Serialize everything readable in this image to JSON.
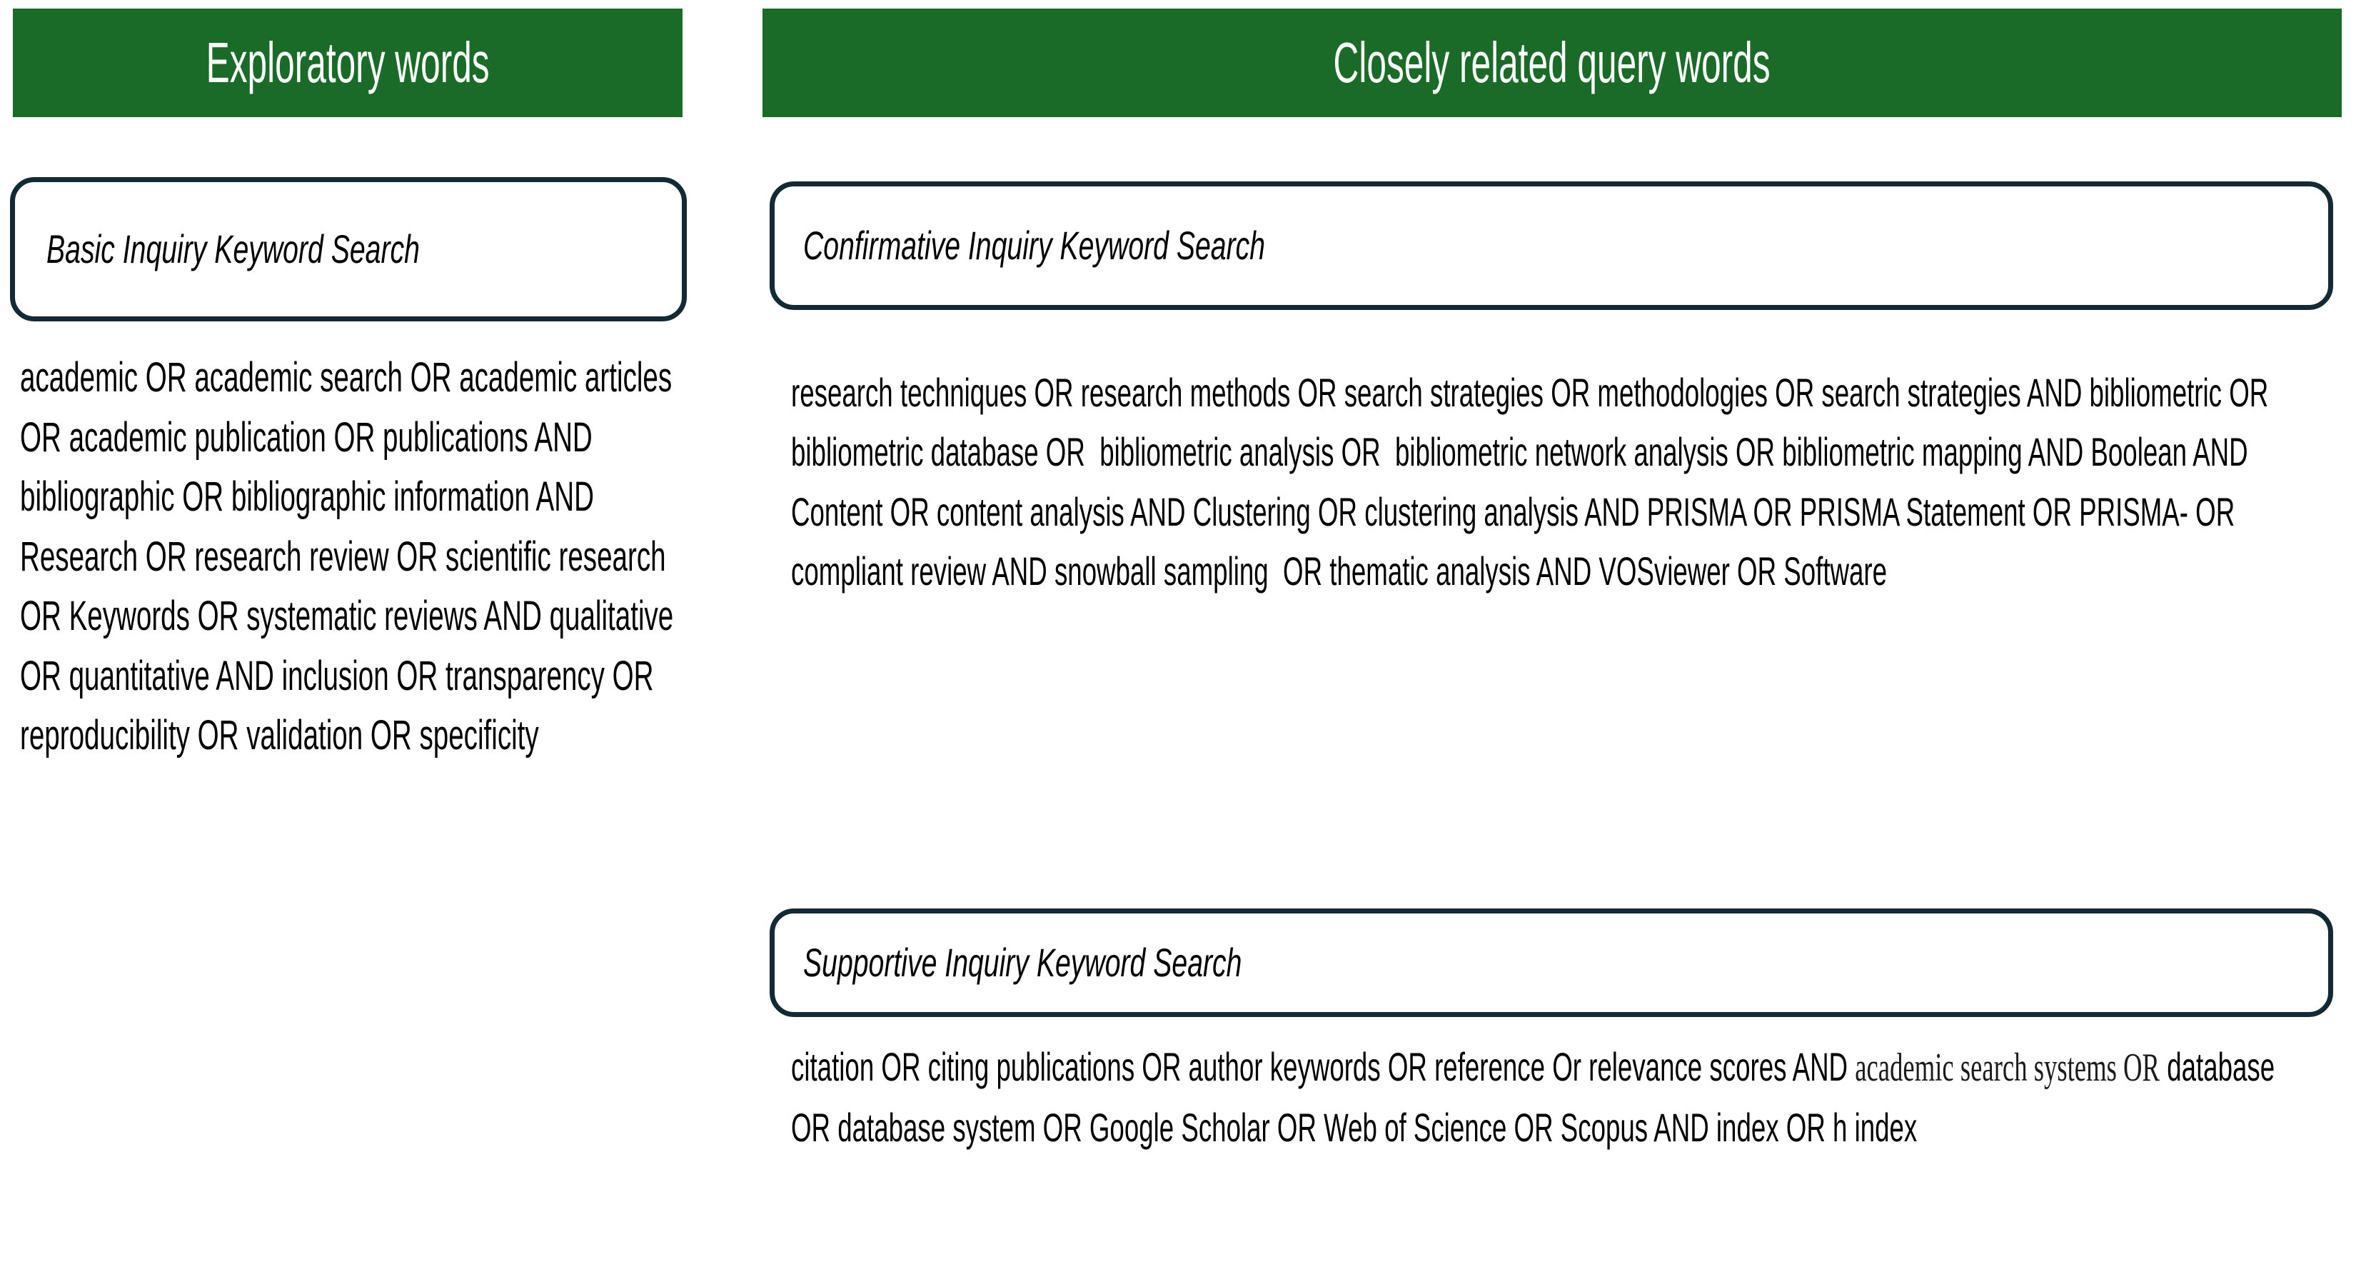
{
  "headers": {
    "left": "Exploratory words",
    "right": "Closely related query words"
  },
  "colors": {
    "header_green": "#1A6B28",
    "header_text": "#FFFFFF",
    "box_border_navy": "#132A35",
    "body_text": "#000000",
    "page_background": "#FFFFFF"
  },
  "left_column": {
    "box_label": "Basic Inquiry Keyword Search",
    "body": "academic OR academic search OR academic articles OR academic publication OR publications AND bibliographic OR bibliographic information AND  Research OR research review OR scientific research OR Keywords OR systematic reviews AND qualitative OR quantitative AND inclusion OR transparency OR reproducibility OR validation OR specificity"
  },
  "right_column": {
    "confirmative": {
      "box_label": "Confirmative Inquiry Keyword Search",
      "body": "research techniques OR research methods OR search strategies OR methodologies OR search strategies AND bibliometric OR bibliometric database OR  bibliometric analysis OR  bibliometric network analysis OR bibliometric mapping AND Boolean AND Content OR content analysis AND Clustering OR clustering analysis AND PRISMA OR PRISMA Statement OR PRISMA- OR compliant review AND snowball sampling  OR thematic analysis AND VOSviewer OR Software"
    },
    "supportive": {
      "box_label": "Supportive Inquiry Keyword Search",
      "body_part1": "citation OR citing publications OR author keywords OR reference Or relevance scores AND ",
      "body_emphasis": "academic search systems OR",
      "body_part2": " database OR database system OR Google Scholar OR Web of Science OR Scopus AND index OR h index"
    }
  }
}
